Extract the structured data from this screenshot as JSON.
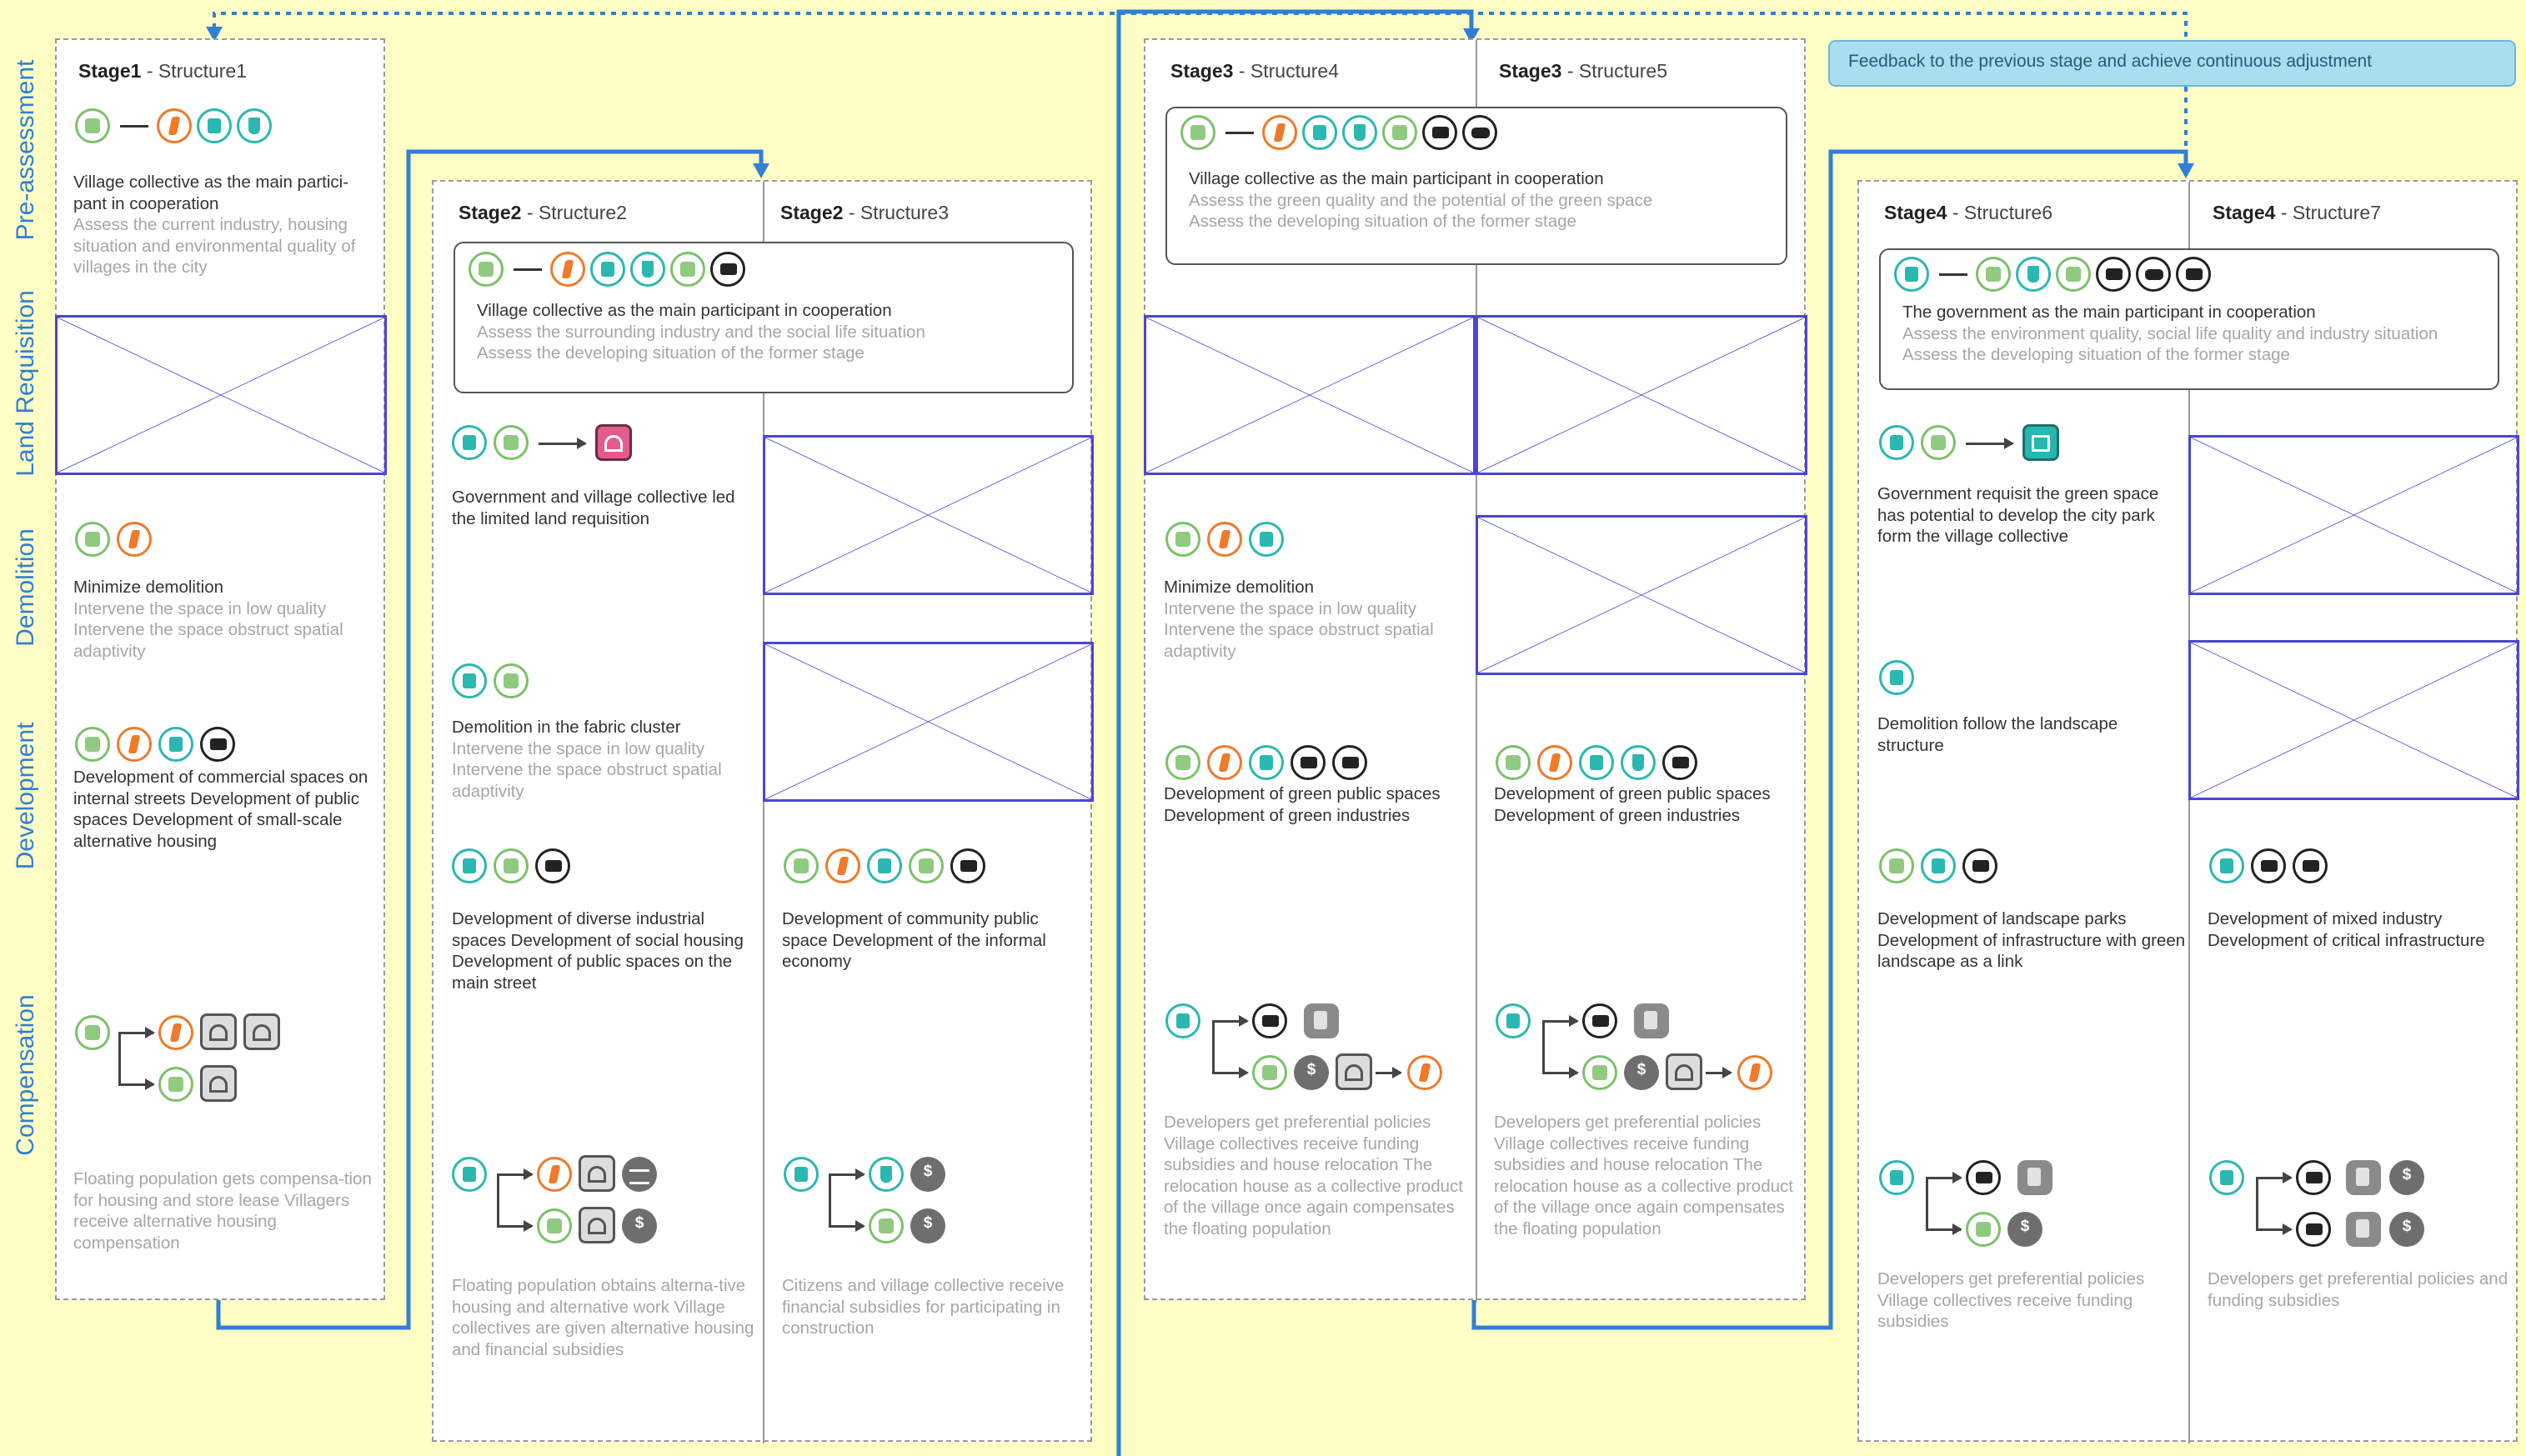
{
  "feedback_label": "Feedback to the previous stage and achieve continuous adjustment",
  "row_labels": [
    "Pre-assessment",
    "Land Requisition",
    "Demolition",
    "Development",
    "Compensation"
  ],
  "colors": {
    "background": "#fffec4",
    "flow_line": "#2f7fd6",
    "placeholder": "#4a45d8",
    "feedback_box": "#a9def1"
  },
  "icon_legend": {
    "village-collective-icon": "green",
    "floating-population-icon": "orange",
    "government-icon": "teal",
    "citizen-icon": "teal",
    "developer-icon": "black",
    "transport-icon": "black",
    "financial-subsidy-icon": "gray",
    "housing-icon": "gray",
    "land-requisition-icon": "pink",
    "city-park-icon": "teal"
  },
  "panels": {
    "s1": {
      "stage": "Stage1",
      "structure": "Structure1",
      "pre_dark": "Village collective as the main partici-pant in cooperation",
      "pre_gray": "Assess the current industry, housing situation and environmental quality of villages in the city",
      "demo_dark": "Minimize demolition",
      "demo_gray": "Intervene the space in low quality Intervene the space obstruct spatial adaptivity",
      "dev_dark": "Development of commercial spaces on internal streets Development of public spaces Development of small-scale alternative housing",
      "comp_gray": "Floating population gets compensa-tion for housing and store lease Villagers receive alternative housing compensation"
    },
    "s2": {
      "stage": "Stage2",
      "structure": "Structure2",
      "pre_dark": "Village collective as the main participant in cooperation",
      "pre_gray1": "Assess the surrounding industry and the social life situation",
      "pre_gray2": "Assess the developing situation of the former stage",
      "land_dark": "Government and village collective led the limited land requisition",
      "demo_dark": "Demolition in the fabric cluster",
      "demo_gray": "Intervene the space in low quality Intervene the space obstruct spatial adaptivity",
      "dev_dark": "Development of diverse industrial spaces Development of social housing Development of public spaces on the main street",
      "comp_gray": "Floating population obtains alterna-tive housing and alternative work Village collectives are given alternative housing and financial subsidies"
    },
    "s3": {
      "stage": "Stage2",
      "structure": "Structure3",
      "dev_dark": "Development of community public space Development of the informal economy",
      "comp_gray": "Citizens and village collective receive financial subsidies for participating in construction"
    },
    "s4": {
      "stage": "Stage3",
      "structure": "Structure4",
      "pre_dark": "Village collective as the main participant in cooperation",
      "pre_gray1": "Assess the green quality and the potential of the green space",
      "pre_gray2": "Assess the developing situation of the former stage",
      "demo_dark": "Minimize demolition",
      "demo_gray": "Intervene the space in low quality Intervene the space obstruct spatial adaptivity",
      "dev_dark": "Development of green public spaces Development of green industries",
      "comp_gray": "Developers get preferential policies Village collectives receive funding subsidies and house relocation The relocation house as a collective product of the village once again compensates the floating population"
    },
    "s5": {
      "stage": "Stage3",
      "structure": "Structure5",
      "dev_dark": "Development of green public spaces Development of green industries",
      "comp_gray": "Developers get preferential policies Village collectives receive funding subsidies and house relocation The relocation house as a collective product of the village once again compensates the floating population"
    },
    "s6": {
      "stage": "Stage4",
      "structure": "Structure6",
      "pre_dark": "The government as the main participant in cooperation",
      "pre_gray1": "Assess the environment quality, social life quality and industry situation",
      "pre_gray2": "Assess the developing situation of the former stage",
      "land_dark": "Government requisit the green space has potential to develop the city park form the village collective",
      "demo_dark": "Demolition follow the landscape structure",
      "dev_dark": "Development of landscape parks Development of infrastructure with green landscape as a link",
      "comp_gray": "Developers get preferential policies Village collectives receive funding subsidies"
    },
    "s7": {
      "stage": "Stage4",
      "structure": "Structure7",
      "dev_dark": "Development of mixed industry Development of critical infrastructure",
      "comp_gray": "Developers get preferential policies and funding subsidies"
    }
  }
}
